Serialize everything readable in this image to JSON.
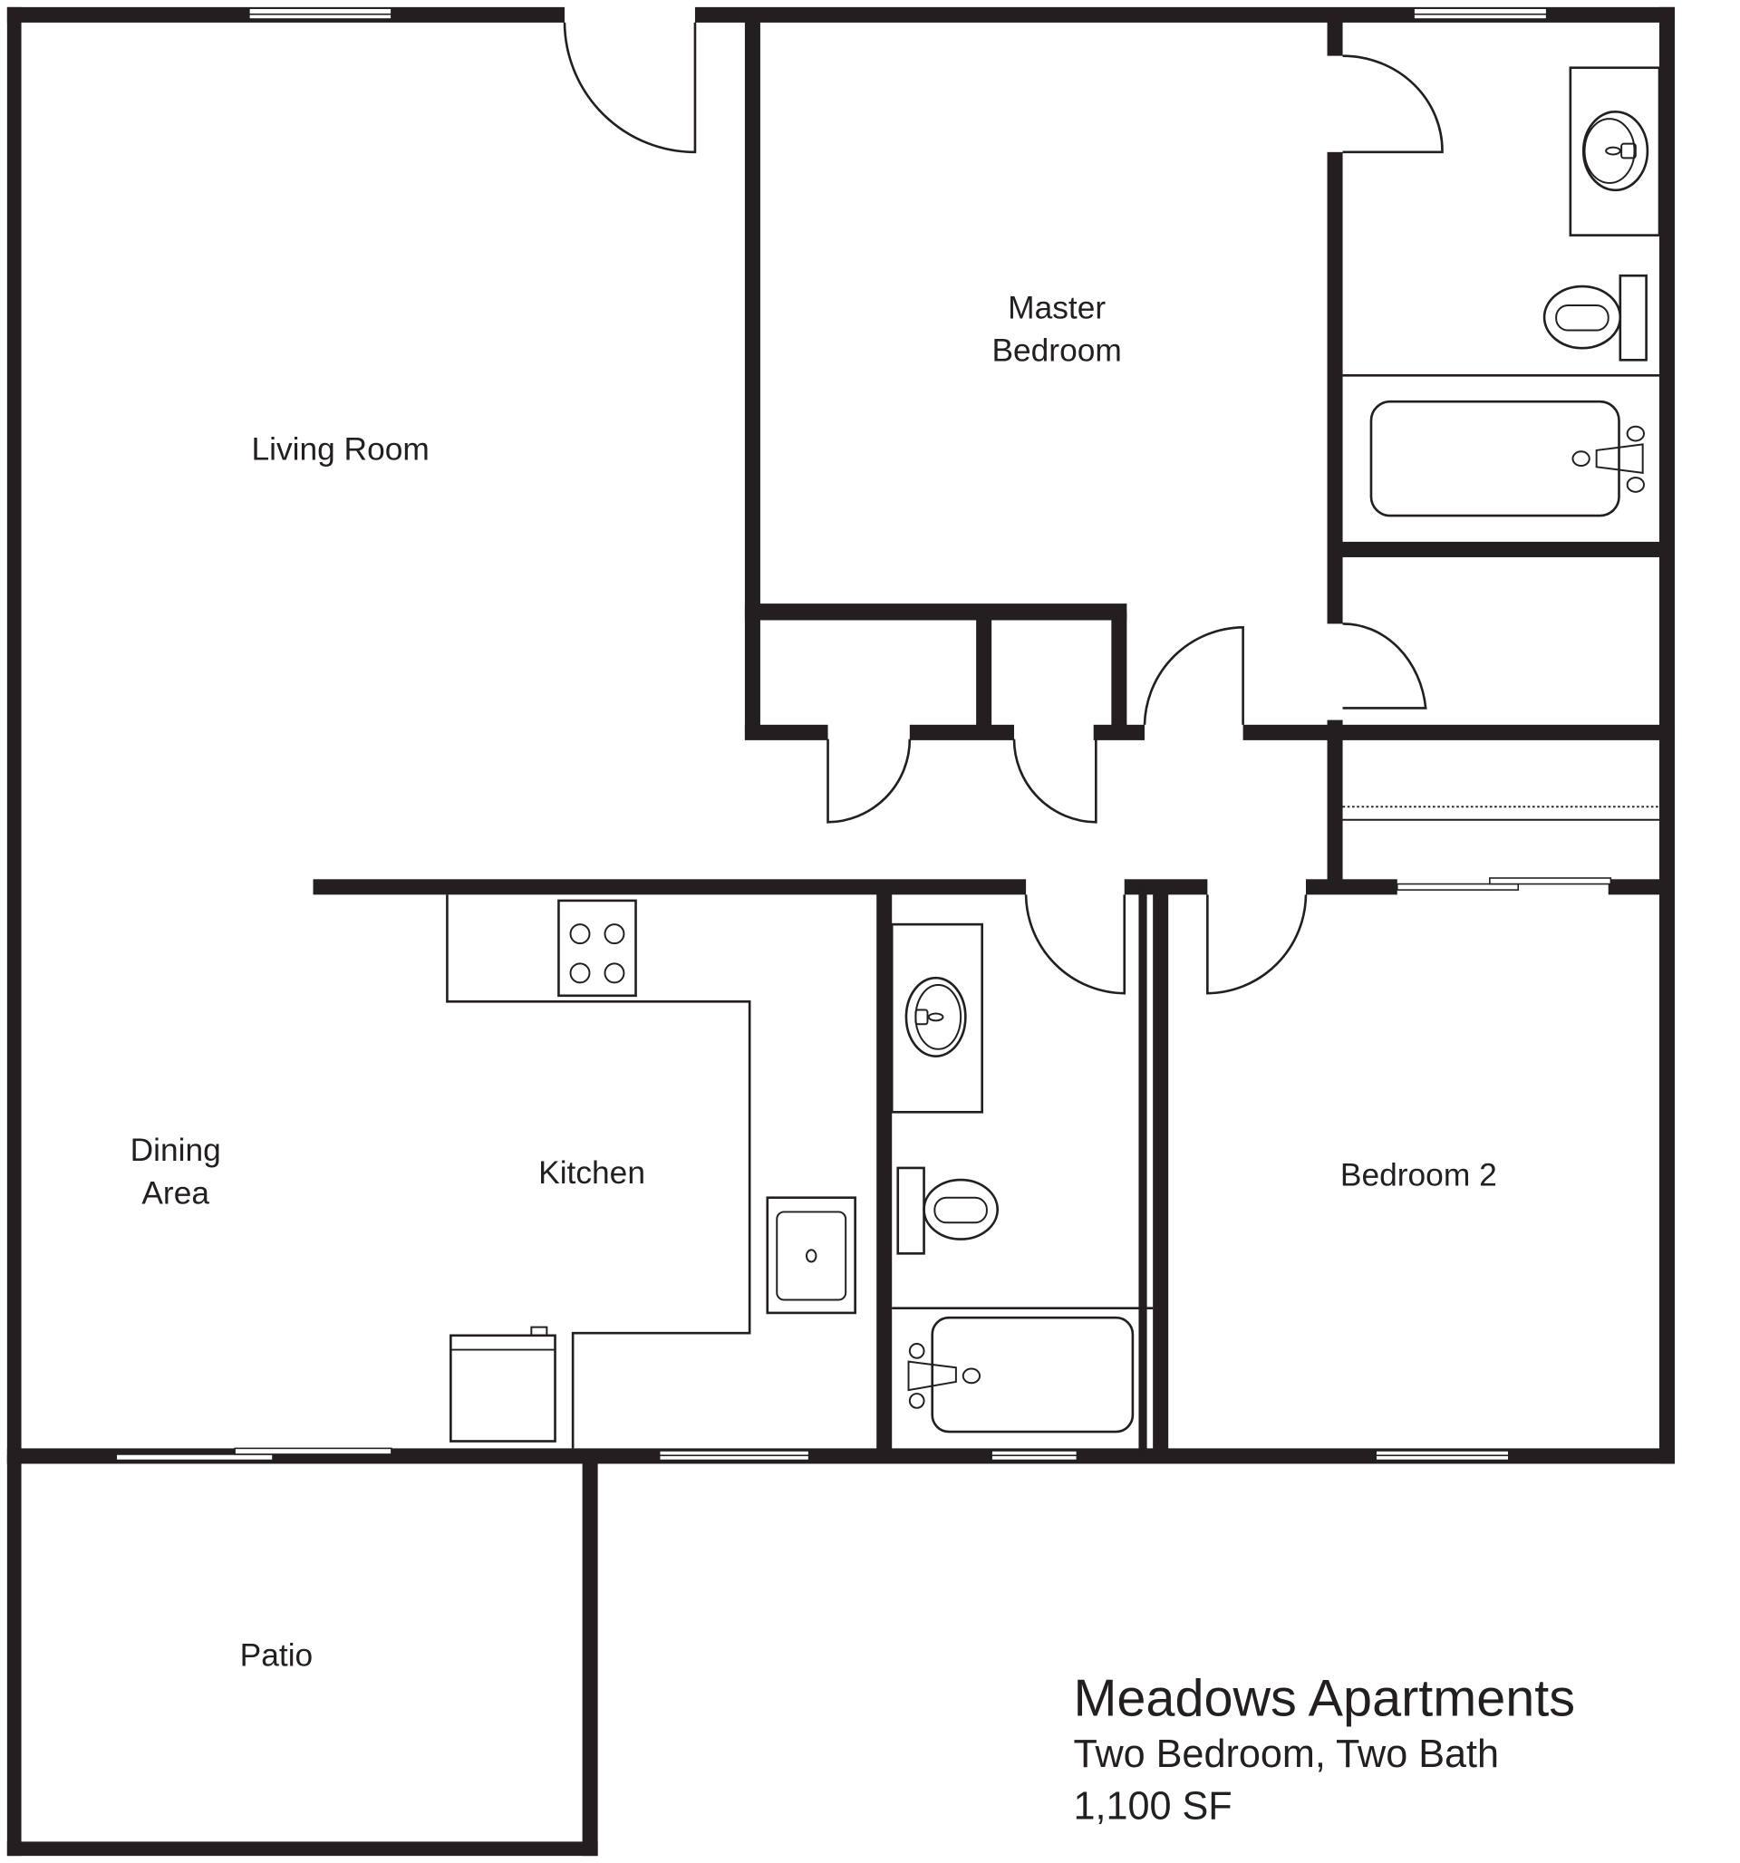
{
  "plan": {
    "title": "Meadows Apartments",
    "unit_type": "Two Bedroom, Two Bath",
    "area": "1,100 SF"
  },
  "rooms": {
    "living_room": "Living Room",
    "master_bedroom_line1": "Master",
    "master_bedroom_line2": "Bedroom",
    "dining_line1": "Dining",
    "dining_line2": "Area",
    "kitchen": "Kitchen",
    "bedroom2": "Bedroom 2",
    "patio": "Patio"
  },
  "colors": {
    "wall": "#231f20",
    "background": "#ffffff"
  },
  "fixtures": [
    "stove-icon",
    "kitchen-sink-icon",
    "refrigerator-icon",
    "bathroom-sink-icon",
    "toilet-icon",
    "bathtub-icon",
    "door-swing-icon",
    "window-icon",
    "sliding-door-icon"
  ]
}
